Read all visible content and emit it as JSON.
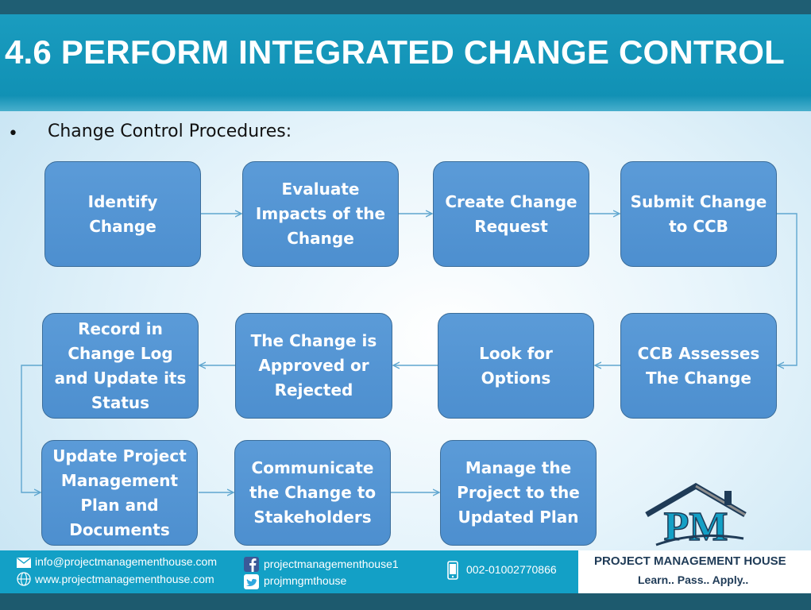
{
  "title": "4.6 PERFORM INTEGRATED CHANGE CONTROL",
  "bullet": "•",
  "subtitle": "Change Control Procedures:",
  "steps": [
    {
      "lines": [
        "Identify",
        "Change"
      ]
    },
    {
      "lines": [
        "Evaluate",
        "Impacts of the",
        "Change"
      ]
    },
    {
      "lines": [
        "Create Change",
        "Request"
      ]
    },
    {
      "lines": [
        "Submit Change",
        "to CCB"
      ]
    },
    {
      "lines": [
        "CCB Assesses",
        "The Change"
      ]
    },
    {
      "lines": [
        "Look for",
        "Options"
      ]
    },
    {
      "lines": [
        "The Change is",
        "Approved or",
        "Rejected"
      ]
    },
    {
      "lines": [
        "Record in",
        "Change Log",
        "and Update its",
        "Status"
      ]
    },
    {
      "lines": [
        "Update Project",
        "Management",
        "Plan and",
        "Documents"
      ]
    },
    {
      "lines": [
        "Communicate",
        "the Change to",
        "Stakeholders"
      ]
    },
    {
      "lines": [
        "Manage the",
        "Project to the",
        "Updated Plan"
      ]
    }
  ],
  "footer": {
    "email": "info@projectmanagementhouse.com",
    "website": "www.projectmanagementhouse.com",
    "facebook": "projectmanagementhouse1",
    "twitter": "projmngmthouse",
    "phone": "002-01002770866",
    "brand": "PROJECT MANAGEMENT HOUSE",
    "tagline": "Learn.. Pass.. Apply..",
    "logo_text": "PM"
  },
  "colors": {
    "header": "#0f8fb3",
    "box_fill": "#4d8fcf",
    "box_border": "#3b6d9a",
    "connector": "#5fa6cf",
    "footer": "#13a0c6",
    "footer_dark": "#1d5a6e",
    "brand": "#1f3b57"
  },
  "icons": [
    "mail-icon",
    "globe-icon",
    "facebook-icon",
    "twitter-icon",
    "phone-icon",
    "house-logo-icon"
  ]
}
